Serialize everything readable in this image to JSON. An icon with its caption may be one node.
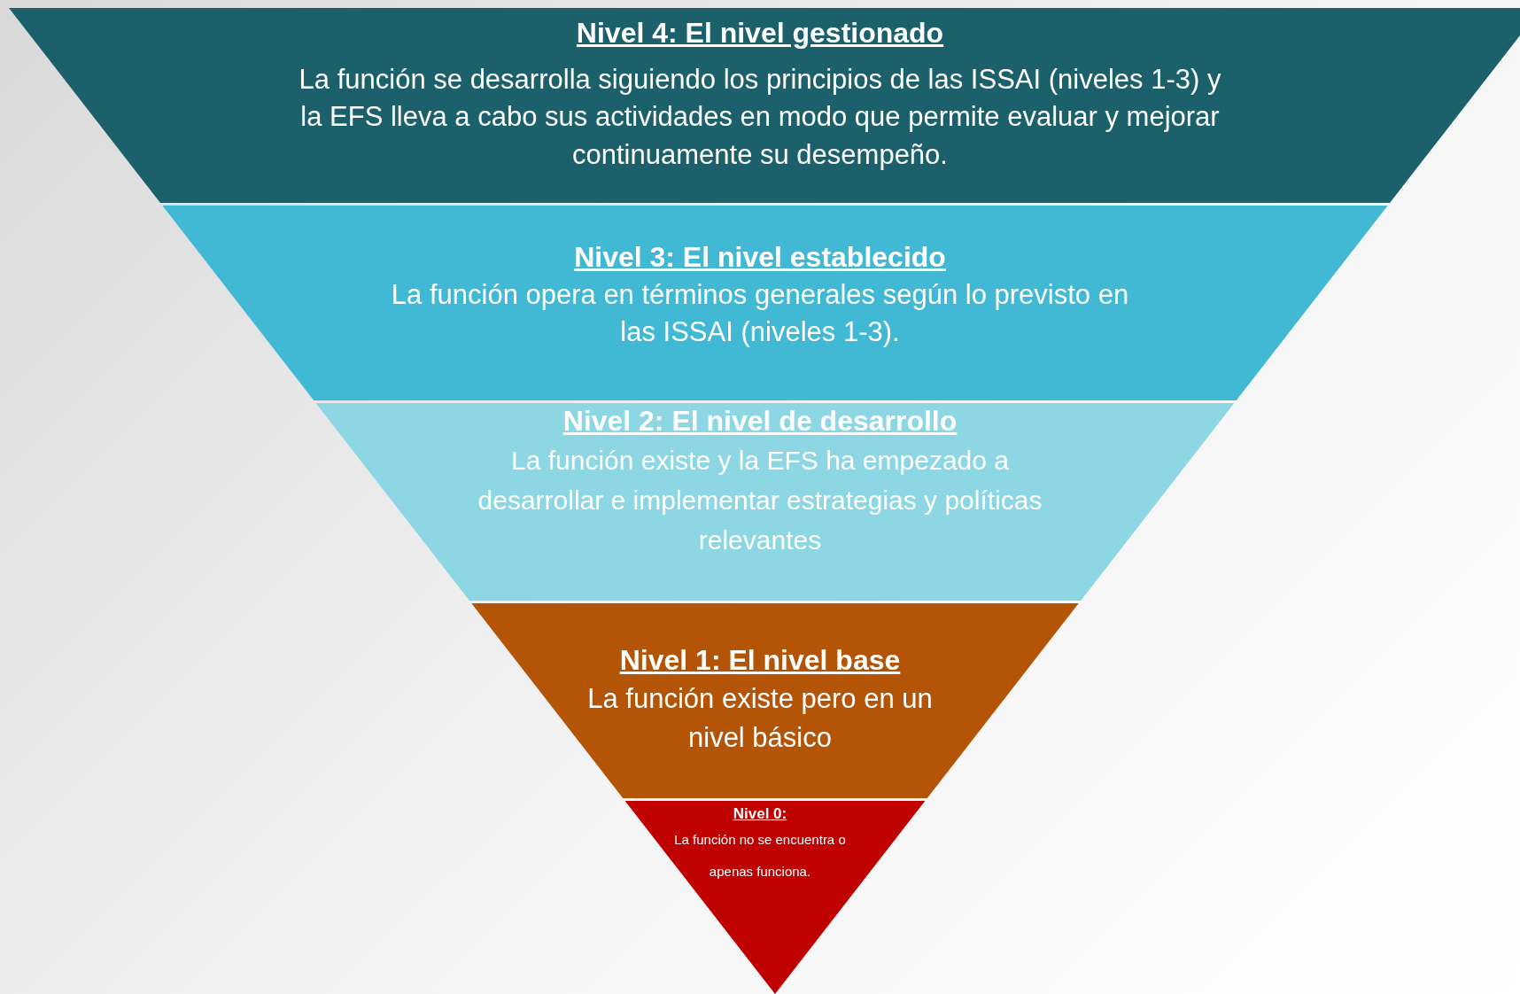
{
  "diagram": {
    "nodes": [
      {
        "text": [
          "Nivel 4: El nivel gestionado",
          "La función se desarrolla siguiendo los principios de las ISSAI (niveles 1-3) y la EFS lleva a cabo sus actividades en modo que permite evaluar y mejorar continuamente su desempeño."
        ]
      },
      {
        "text": [
          "Nivel 3: El nivel establecido",
          "La función opera en términos generales según lo previsto en las ISSAI (niveles 1-3)."
        ]
      },
      {
        "text": [
          "Nivel 2: El nivel de desarrollo",
          "La función existe y la EFS ha empezado a desarrollar e implementar estrategias y políticas relevantes"
        ]
      },
      {
        "text": [
          "Nivel 1: El nivel base",
          "La función existe pero en un nivel básico"
        ]
      },
      {
        "text": [
          "Nivel 0:",
          "La función no se encuentra o apenas funciona."
        ]
      }
    ]
  }
}
